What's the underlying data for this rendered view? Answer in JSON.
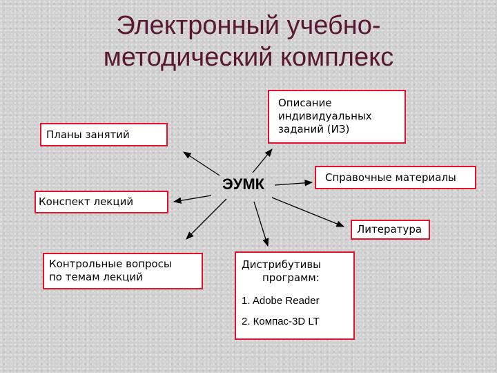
{
  "title": {
    "line1": "Электронный учебно-",
    "line2": "методический комплекс"
  },
  "center": {
    "label": "ЭУМК"
  },
  "boxes": {
    "plans": "Планы занятий",
    "lectures": "Конспект лекций",
    "questions_line1": "Контрольные вопросы",
    "questions_line2": "по темам лекций",
    "description_line1": "Описание",
    "description_line2": "индивидуальных",
    "description_line3": "заданий (ИЗ)",
    "reference": "Справочные материалы",
    "literature": "Литература",
    "distributives_line1": "Дистрибутивы",
    "distributives_line2": "программ:"
  },
  "distributives_list": {
    "item1": "1.  Adobe Reader",
    "item2": "2.  Компас-3D LT"
  }
}
